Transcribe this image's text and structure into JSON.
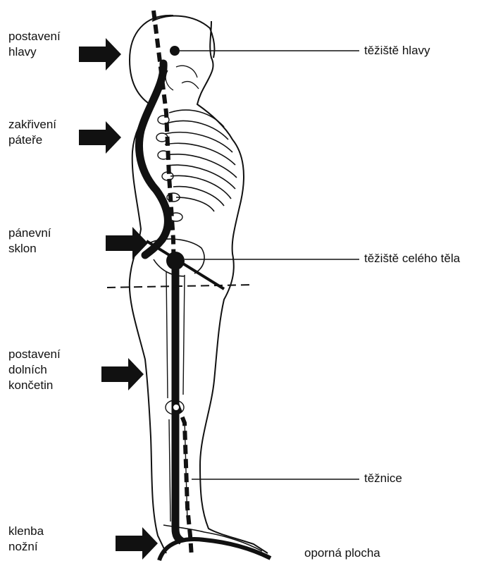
{
  "left_labels": {
    "head_posture": "postavení\nhlavy",
    "spine_curvature": "zakřivení\npáteře",
    "pelvic_tilt": "pánevní\nsklon",
    "lower_limbs": "postavení\ndolních\nkončetin",
    "foot_arch": "klenba\nnožní"
  },
  "right_labels": {
    "head_cog": "těžiště hlavy",
    "body_cog": "těžiště celého těla",
    "plumb_line": "těžnice",
    "support_base": "oporná plocha"
  },
  "colors": {
    "ink": "#111111",
    "background": "#ffffff"
  }
}
